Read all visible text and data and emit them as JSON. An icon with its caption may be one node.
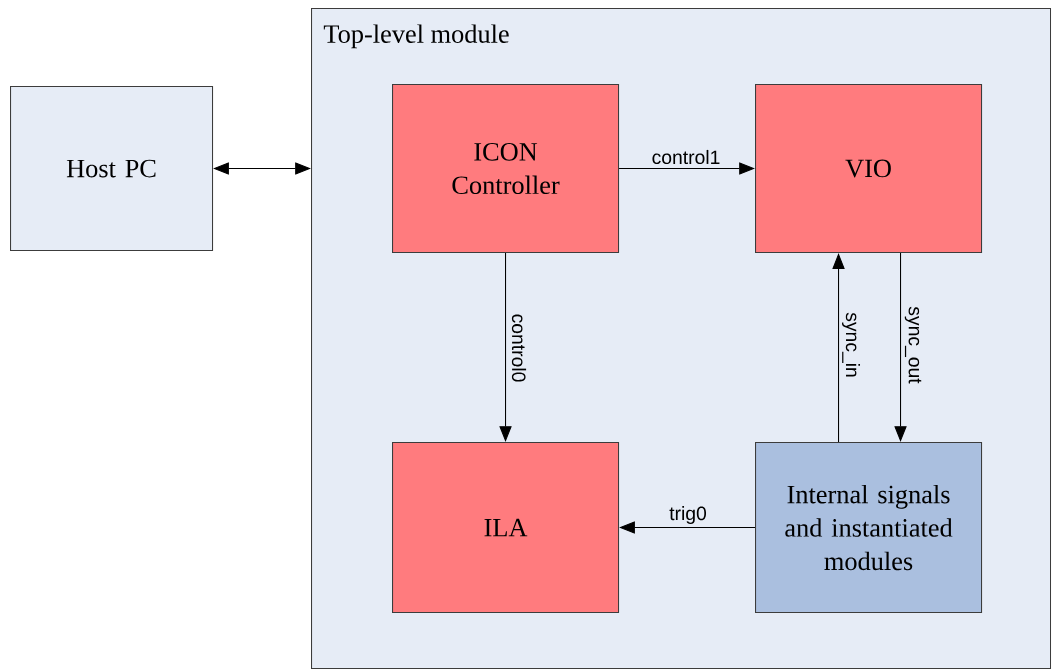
{
  "diagram": {
    "nodes": [
      {
        "text": [
          "Top-level module"
        ]
      },
      {
        "text": [
          "Host PC"
        ]
      },
      {
        "text": [
          "ICON Controller"
        ],
        "in": 0
      },
      {
        "text": [
          "VIO"
        ],
        "in": 0
      },
      {
        "text": [
          "ILA"
        ],
        "in": 0
      },
      {
        "text": [
          "Internal signals and instantiated modules"
        ],
        "in": 0
      }
    ],
    "edges": [
      {
        "from": 1,
        "to": 0,
        "arrow": "both"
      },
      {
        "from": 2,
        "to": 3,
        "arrow": "to",
        "label": "control1"
      },
      {
        "from": 2,
        "to": 4,
        "arrow": "to",
        "label": "control0"
      },
      {
        "from": 5,
        "to": 3,
        "arrow": "to",
        "label": "sync_in"
      },
      {
        "from": 3,
        "to": 5,
        "arrow": "to",
        "label": "sync_out"
      },
      {
        "from": 5,
        "to": 4,
        "arrow": "to",
        "label": "trig0"
      }
    ]
  }
}
